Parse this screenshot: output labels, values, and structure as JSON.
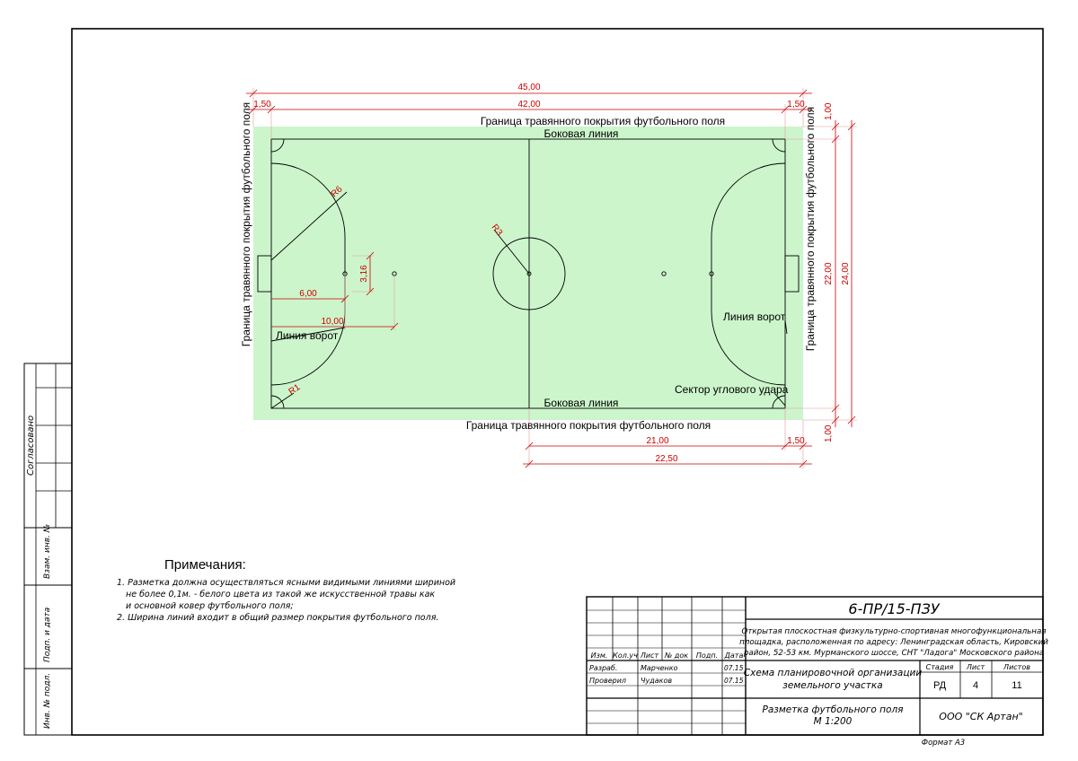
{
  "colors": {
    "grass": "#ccf5cc",
    "dimension": "#cc0000",
    "line": "#000000"
  },
  "field_labels": {
    "border_top": "Граница травянного покрытия футбольного поля",
    "border_bottom": "Граница травянного покрытия футбольного поля",
    "border_left": "Граница травянного покрытия футбольного поля",
    "border_right": "Граница травянного покрытия футбольного поля",
    "side_line_top": "Боковая линия",
    "side_line_bottom": "Боковая линия",
    "goal_line_left": "Линия ворот",
    "goal_line_right": "Линия ворот",
    "corner_sector": "Сектор углового удара"
  },
  "dimensions": {
    "total_length": "45,00",
    "field_length": "42,00",
    "margin_left": "1,50",
    "margin_right": "1,50",
    "penalty_radius": "R6",
    "center_radius": "R3",
    "corner_radius": "R1",
    "penalty_width": "3,16",
    "penalty_distance": "6,00",
    "second_mark": "10,00",
    "top_margin": "1,00",
    "bottom_margin": "1,00",
    "field_width": "22,00",
    "total_width": "24,00",
    "half_length": "21,00",
    "half_total": "22,50",
    "bottom_offset": "1,50"
  },
  "notes": {
    "title": "Примечания:",
    "line1": "1. Разметка должна осуществляться ясными видимыми линиями шириной",
    "line2": "не более 0,1м. - белого цвета из такой же искусственной травы как",
    "line3": "и основной ковер футбольного поля;",
    "line4": "2. Ширина линий входит в общий размер покрытия футбольного поля."
  },
  "side_stamp": {
    "agreed": "Согласовано",
    "inv_vzam": "Взам. инв. №",
    "sign_date": "Подп. и дата",
    "inv_orig": "Инв. № подл."
  },
  "title_block": {
    "code": "6-ПР/15-ПЗУ",
    "object": [
      "Открытая плоскостная физкультурно-спортивная многофункциональная",
      "площадка, расположенная по адресу: Ленинградская область, Кировский",
      "район, 52-53 км. Мурманского шоссе, СНТ \"Ладога\" Московского района"
    ],
    "col_izm": "Изм.",
    "col_kolu": "Кол.уч",
    "col_list": "Лист",
    "col_ndoc": "№ док",
    "col_podp": "Подп.",
    "col_data": "Дата",
    "role1": "Разраб.",
    "name1": "Марченко",
    "date1": "07.15",
    "role2": "Проверил",
    "name2": "Чудаков",
    "date2": "07.15",
    "scheme": [
      "Схема планировочной организации",
      "земельного участка"
    ],
    "stage_h": "Стадия",
    "sheet_h": "Лист",
    "sheets_h": "Листов",
    "stage": "РД",
    "sheet": "4",
    "sheets": "11",
    "sheet_title": [
      "Разметка футбольного поля",
      "М 1:200"
    ],
    "company": "ООО \"СК Артан\"",
    "format": "Формат А3"
  }
}
